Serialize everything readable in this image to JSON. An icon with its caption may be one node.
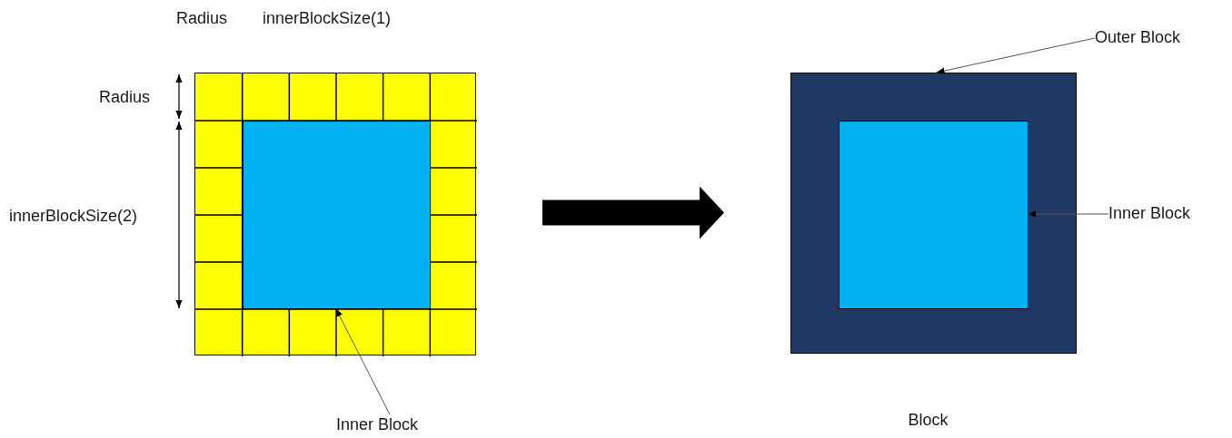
{
  "diagram": {
    "nodes": [
      {
        "text": [],
        "shape": "box"
      },
      {
        "text": [],
        "shape": "box",
        "in": 0
      },
      {
        "text": [
          "Inner Block"
        ]
      },
      {
        "text": [],
        "shape": "box",
        "beside": [
          "Block"
        ]
      },
      {
        "text": [],
        "shape": "box",
        "in": 3
      },
      {
        "text": [
          "Outer Block"
        ]
      },
      {
        "text": [
          "Inner Block"
        ]
      }
    ],
    "edges": [
      {
        "from": 2,
        "to": 1,
        "arrow": "to"
      },
      {
        "from": 0,
        "to": 3,
        "arrow": "to",
        "style": "thick"
      },
      {
        "from": 5,
        "to": 3,
        "arrow": "to"
      },
      {
        "from": 6,
        "to": 4,
        "arrow": "to"
      }
    ],
    "labels": [
      "Radius",
      "innerBlockSize(1)",
      "Radius",
      "innerBlockSize(2)"
    ]
  }
}
